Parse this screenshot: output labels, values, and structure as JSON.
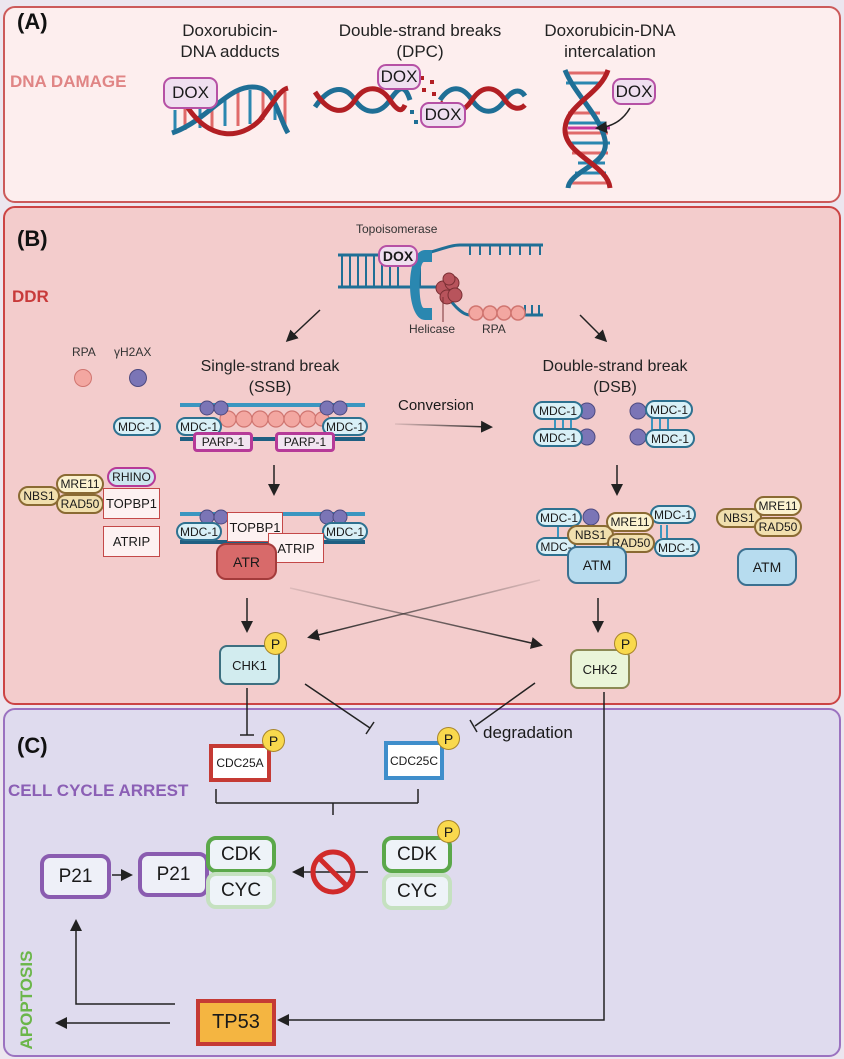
{
  "panelA": {
    "label": "(A)",
    "section": "DNA DAMAGE",
    "section_color": "#e08585",
    "items": [
      {
        "title_line1": "Doxorubicin-",
        "title_line2": "DNA adducts",
        "dox": "DOX"
      },
      {
        "title_line1": "Double-strand breaks",
        "title_line2": "(DPC)",
        "dox1": "DOX",
        "dox2": "DOX"
      },
      {
        "title_line1": "Doxorubicin-DNA",
        "title_line2": "intercalation",
        "dox": "DOX"
      }
    ]
  },
  "panelB": {
    "label": "(B)",
    "section": "DDR",
    "section_color": "#c83a3a",
    "topoisomerase": "Topoisomerase",
    "dox": "DOX",
    "helicase": "Helicase",
    "rpa_fork": "RPA",
    "legend": {
      "rpa": "RPA",
      "h2ax": "γH2AX"
    },
    "mdc_free": "MDC-1",
    "ssb": {
      "line1": "Single-strand break",
      "line2": "(SSB)",
      "mdc_left": "MDC-1",
      "mdc_right": "MDC-1",
      "parp1": "PARP-1",
      "parp2": "PARP-1"
    },
    "conversion": "Conversion",
    "dsb": {
      "line1": "Double-strand break",
      "line2": "(DSB)",
      "mdc": [
        "MDC-1",
        "MDC-1",
        "MDC-1",
        "MDC-1"
      ]
    },
    "mrn_left": {
      "nbs1": "NBS1",
      "mre11": "MRE11",
      "rad50": "RAD50",
      "rhino": "RHINO",
      "topbp1": "TOPBP1",
      "atrip": "ATRIP"
    },
    "atr_complex": {
      "mdc_left": "MDC-1",
      "mdc_right": "MDC-1",
      "topbp1": "TOPBP1",
      "atrip": "ATRIP",
      "atr": "ATR"
    },
    "atm_complex": {
      "mdc": [
        "MDC-1",
        "MDC-",
        "MDC-1",
        "MDC-1"
      ],
      "nbs1": "NBS1",
      "mre11": "MRE11",
      "rad50": "RAD50",
      "atm": "ATM"
    },
    "mrn_right": {
      "nbs1": "NBS1",
      "mre11": "MRE11",
      "rad50": "RAD50",
      "atm": "ATM"
    },
    "chk1": "CHK1",
    "chk2": "CHK2",
    "phospho": "P"
  },
  "panelC": {
    "label": "(C)",
    "section": "CELL CYCLE ARREST",
    "section_color": "#8b5fb5",
    "apoptosis": "APOPTOSIS",
    "apoptosis_color": "#6bb64a",
    "cdc25a": "CDC25A",
    "cdc25c": "CDC25C",
    "degradation": "degradation",
    "p21_left": "P21",
    "p21_right": "P21",
    "cdk_left": "CDK",
    "cyc_left": "CYC",
    "cdk_right": "CDK",
    "cyc_right": "CYC",
    "tp53": "TP53",
    "phospho": "P"
  }
}
